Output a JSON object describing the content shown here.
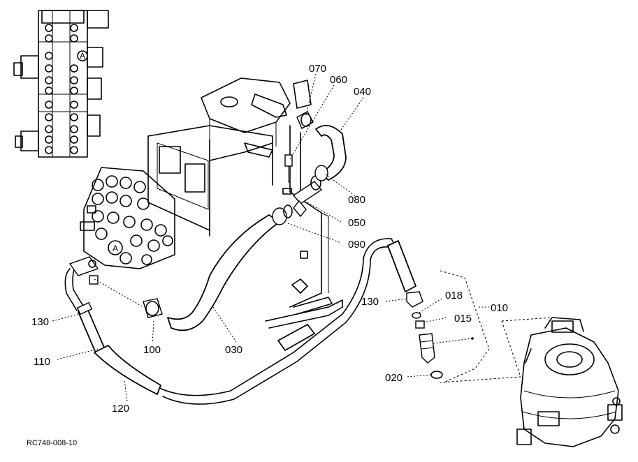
{
  "callouts": [
    {
      "id": "070",
      "text": "070"
    },
    {
      "id": "060",
      "text": "060"
    },
    {
      "id": "040",
      "text": "040"
    },
    {
      "id": "080",
      "text": "080"
    },
    {
      "id": "050",
      "text": "050"
    },
    {
      "id": "090",
      "text": "090"
    },
    {
      "id": "130a",
      "text": "130"
    },
    {
      "id": "018",
      "text": "018"
    },
    {
      "id": "015",
      "text": "015"
    },
    {
      "id": "010",
      "text": "010"
    },
    {
      "id": "130b",
      "text": "130"
    },
    {
      "id": "110",
      "text": "110"
    },
    {
      "id": "100",
      "text": "100"
    },
    {
      "id": "030",
      "text": "030"
    },
    {
      "id": "120",
      "text": "120"
    },
    {
      "id": "020",
      "text": "020"
    }
  ],
  "view_markers": {
    "inset": "A",
    "valve": "A"
  },
  "drawing_ref": "RC748-008-10"
}
